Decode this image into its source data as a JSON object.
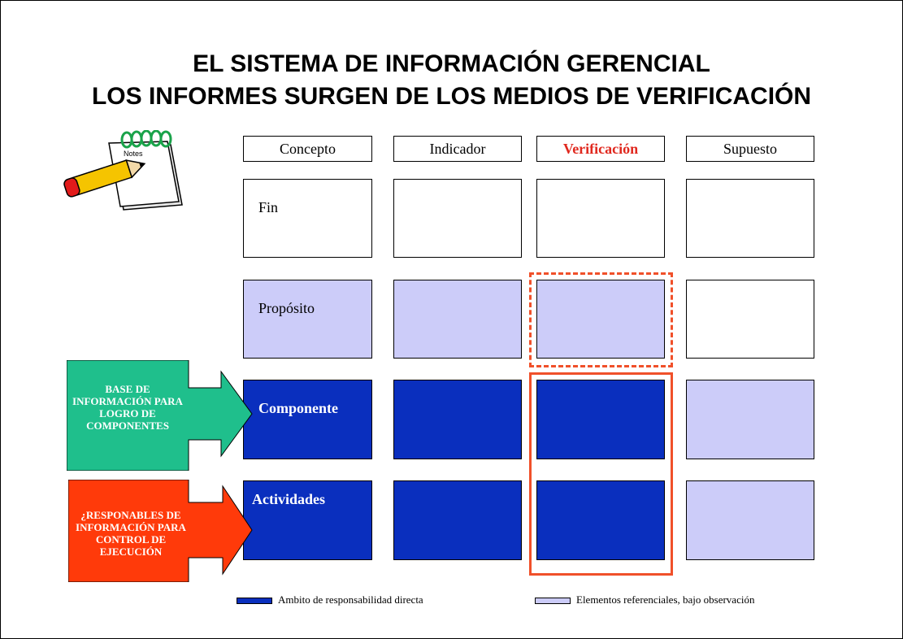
{
  "title": {
    "line1": "EL SISTEMA DE INFORMACIÓN GERENCIAL",
    "line2": "LOS INFORMES SURGEN DE LOS MEDIOS DE VERIFICACIÓN"
  },
  "icon": {
    "name": "notes-pencil-icon",
    "label": "Notes"
  },
  "headers": [
    "Concepto",
    "Indicador",
    "Verificación",
    "Supuesto"
  ],
  "rows": [
    {
      "label": "Fin",
      "fills": [
        "white",
        "white",
        "white",
        "white"
      ]
    },
    {
      "label": "Propósito",
      "fills": [
        "light",
        "light",
        "light",
        "white"
      ]
    },
    {
      "label": "Componente",
      "fills": [
        "dark",
        "dark",
        "dark",
        "light"
      ]
    },
    {
      "label": "Actividades",
      "fills": [
        "dark",
        "dark",
        "dark",
        "light"
      ]
    }
  ],
  "arrows": {
    "green": "BASE DE INFORMACIÓN PARA LOGRO DE COMPONENTES",
    "red": "¿RESPONABLES DE INFORMACIÓN PARA CONTROL DE EJECUCIÓN"
  },
  "legend": {
    "dark": "Ambito de responsabilidad directa",
    "light": "Elementos referenciales, bajo observación"
  },
  "colors": {
    "dark": "#0a2fbe",
    "light": "#ccccf9",
    "highlight": "#e0281e",
    "green_arrow": "#1fbf8c",
    "red_arrow": "#ff3a0a"
  }
}
